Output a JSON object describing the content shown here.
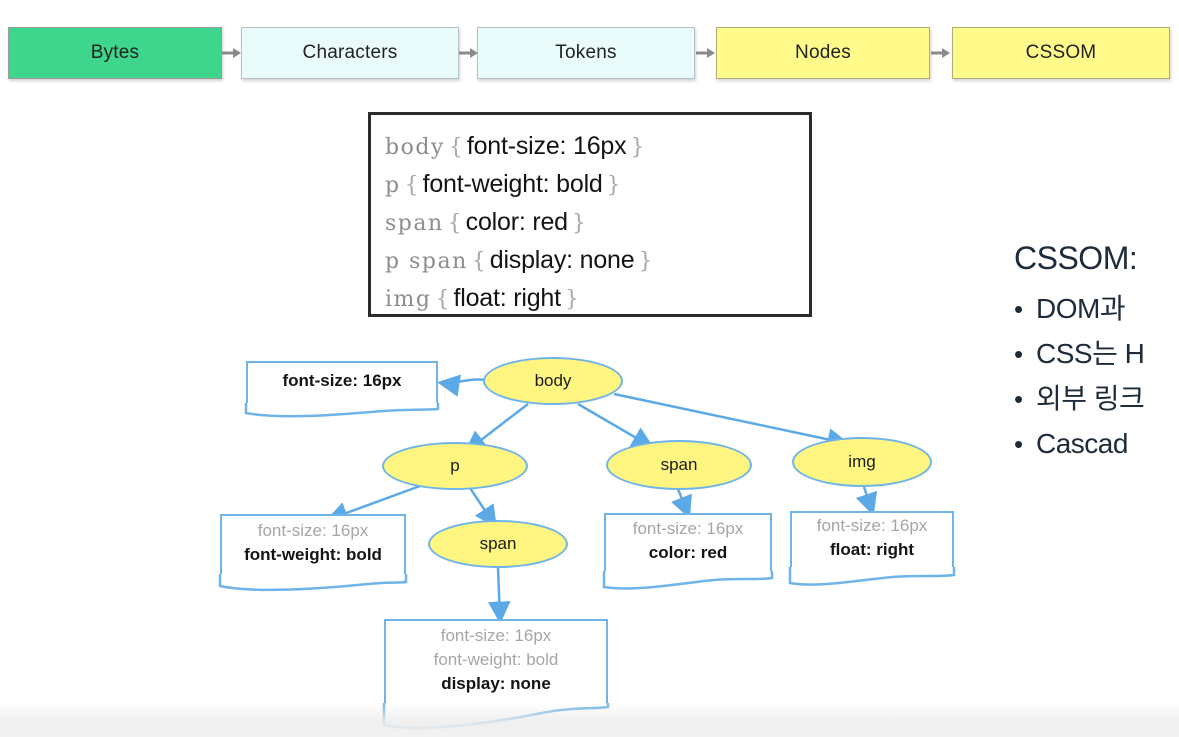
{
  "pipeline": {
    "steps": [
      {
        "label": "Bytes",
        "color": "#3ED68C"
      },
      {
        "label": "Characters",
        "color": "#EAFBFB"
      },
      {
        "label": "Tokens",
        "color": "#EAFBFB"
      },
      {
        "label": "Nodes",
        "color": "#FFFB8A"
      },
      {
        "label": "CSSOM",
        "color": "#FFFB8A"
      }
    ],
    "arrow_color": "#8a8a8a"
  },
  "code_block": {
    "lines": [
      {
        "selector": "body",
        "declaration": "font-size: 16px"
      },
      {
        "selector": "p",
        "declaration": "font-weight: bold"
      },
      {
        "selector": "span",
        "declaration": "color: red"
      },
      {
        "selector": "p span",
        "declaration": "display: none"
      },
      {
        "selector": "img",
        "declaration": "float: right"
      }
    ],
    "open_brace": "{",
    "close_brace": "}",
    "border_color": "#2b2b2b"
  },
  "tree": {
    "edge_color": "#6FB4E8",
    "node_fill": "#FFF581",
    "nodes": [
      {
        "id": "body",
        "label": "body"
      },
      {
        "id": "p",
        "label": "p"
      },
      {
        "id": "span1",
        "label": "span"
      },
      {
        "id": "img",
        "label": "img"
      },
      {
        "id": "pspan",
        "label": "span"
      }
    ],
    "callouts": [
      {
        "id": "body-styles",
        "props": [
          {
            "text": "font-size: 16px",
            "kind": "own"
          }
        ]
      },
      {
        "id": "p-styles",
        "props": [
          {
            "text": "font-size: 16px",
            "kind": "inherited"
          },
          {
            "text": "font-weight: bold",
            "kind": "own"
          }
        ]
      },
      {
        "id": "span-styles",
        "props": [
          {
            "text": "font-size: 16px",
            "kind": "inherited"
          },
          {
            "text": "color: red",
            "kind": "own"
          }
        ]
      },
      {
        "id": "img-styles",
        "props": [
          {
            "text": "font-size: 16px",
            "kind": "inherited"
          },
          {
            "text": "float: right",
            "kind": "own"
          }
        ]
      },
      {
        "id": "p-span-styles",
        "props": [
          {
            "text": "font-size: 16px",
            "kind": "inherited"
          },
          {
            "text": "font-weight: bold",
            "kind": "inherited"
          },
          {
            "text": "display: none",
            "kind": "own"
          }
        ]
      }
    ]
  },
  "right_panel": {
    "title": "CSSOM:",
    "bullet_glyph": "•",
    "items": [
      "DOM과",
      "CSS는 H",
      "외부 링크",
      "Cascad"
    ],
    "text_color": "#1d2b3a"
  }
}
